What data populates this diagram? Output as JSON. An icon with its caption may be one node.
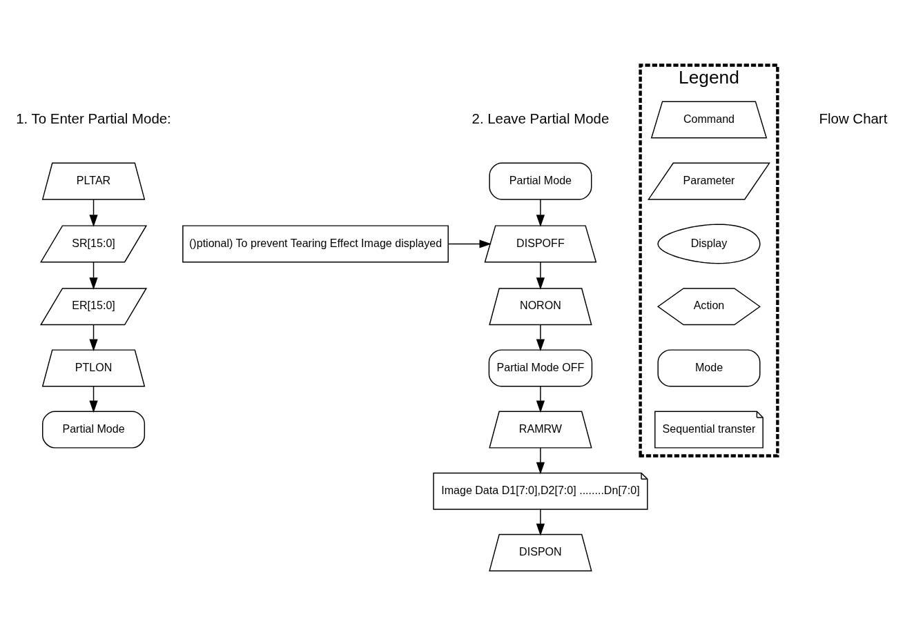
{
  "diagram": {
    "nodes": [
      {
        "text": [
          "PLTAR"
        ]
      },
      {
        "text": [
          "SR[15:0]"
        ]
      },
      {
        "text": [
          "ER[15:0]"
        ]
      },
      {
        "text": [
          "PTLON"
        ]
      },
      {
        "text": [
          "Partial Mode"
        ]
      },
      {
        "text": [
          "Partial Mode"
        ]
      },
      {
        "text": [
          "DISPOFF"
        ]
      },
      {
        "text": [
          "()ptional) To prevent Tearing Effect Image displayed"
        ]
      },
      {
        "text": [
          "NORON"
        ]
      },
      {
        "text": [
          "Partial Mode OFF"
        ]
      },
      {
        "text": [
          "RAMRW"
        ]
      },
      {
        "text": [
          "Image Data D1[7:0],D2[7:0] ........Dn[7:0]"
        ]
      },
      {
        "text": [
          "DISPON"
        ]
      },
      {
        "text": [
          "Legend"
        ]
      },
      {
        "text": [
          "Command"
        ],
        "in": 13
      },
      {
        "text": [
          "Parameter"
        ],
        "in": 13
      },
      {
        "text": [
          "Display"
        ],
        "in": 13
      },
      {
        "text": [
          "Action"
        ],
        "in": 13
      },
      {
        "text": [
          "Mode"
        ],
        "in": 13
      },
      {
        "text": [
          "Sequential transter"
        ],
        "in": 13
      }
    ],
    "edges": [
      {
        "from": 0,
        "to": 1,
        "arrow": "to"
      },
      {
        "from": 1,
        "to": 2,
        "arrow": "to"
      },
      {
        "from": 2,
        "to": 3,
        "arrow": "to"
      },
      {
        "from": 3,
        "to": 4,
        "arrow": "to"
      },
      {
        "from": 5,
        "to": 6,
        "arrow": "to"
      },
      {
        "from": 7,
        "to": 6,
        "arrow": "to"
      },
      {
        "from": 6,
        "to": 8,
        "arrow": "to"
      },
      {
        "from": 8,
        "to": 9,
        "arrow": "to"
      },
      {
        "from": 9,
        "to": 10,
        "arrow": "to"
      },
      {
        "from": 10,
        "to": 11,
        "arrow": "to"
      },
      {
        "from": 11,
        "to": 12,
        "arrow": "to"
      }
    ],
    "labels": [
      "Flow Chart",
      "2. Leave Partial Mode",
      "1. To Enter Partial Mode:"
    ]
  }
}
